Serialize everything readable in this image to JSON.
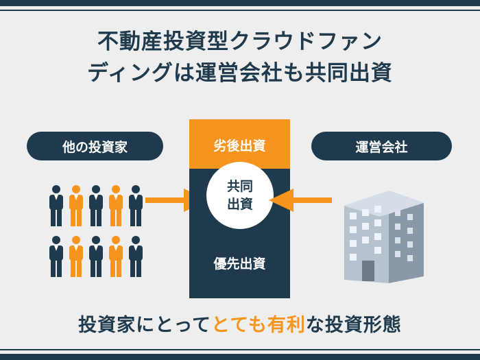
{
  "title": {
    "line1": "不動産投資型クラウドファン",
    "line2": "ディングは運営会社も共同出資"
  },
  "left_pill": "他の投資家",
  "right_pill": "運営会社",
  "column": {
    "subordinated_label": "劣後出資",
    "joint_line1": "共同",
    "joint_line2": "出資",
    "senior_label": "優先出資"
  },
  "bottom": {
    "prefix": "投資家にとって",
    "accent": "とても有利",
    "suffix": "な投資形態"
  },
  "people_rows": [
    [
      "navy",
      "orange",
      "navy",
      "orange",
      "navy"
    ],
    [
      "navy",
      "orange",
      "navy",
      "orange",
      "navy"
    ]
  ],
  "icons": {
    "people": "investors-group-icon",
    "building": "office-building-icon",
    "arrow": "inward-arrow-icon"
  },
  "colors": {
    "navy": "#1e3a4c",
    "orange": "#f7941d",
    "background": "#eeeeee",
    "building_front": "#b7c2cf",
    "building_side": "#8b98a8",
    "window": "#eef4fb"
  }
}
